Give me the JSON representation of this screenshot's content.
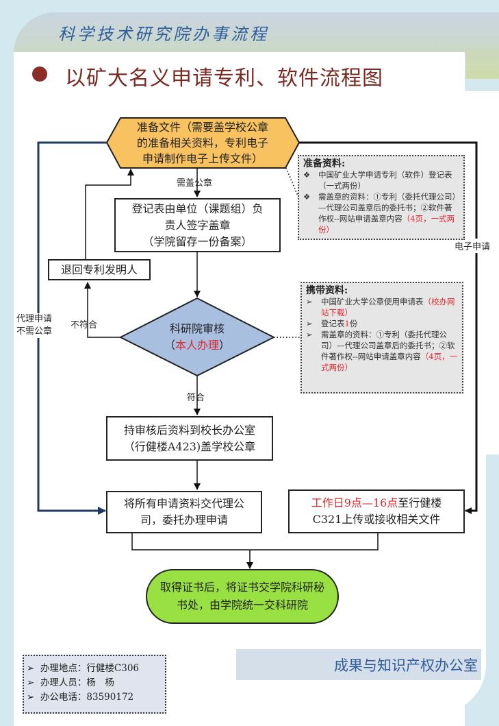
{
  "header": {
    "org_title": "科学技术研究院办事流程",
    "page_title": "以矿大名义申请专利、软件流程图"
  },
  "flow": {
    "start": {
      "line1": "准备文件（需要盖学校公章",
      "line2": "的准备相关资料，专利电子",
      "line3": "申请制作电子上传文件）"
    },
    "label_need_seal": "需盖公章",
    "register": {
      "line1": "登记表由单位（课题组）负",
      "line2": "责人签字盖章",
      "line3": "（学院留存一份备案）"
    },
    "return_inventor": "退回专利发明人",
    "label_not_match": "不符合",
    "review": {
      "line1": "科研院审核",
      "line2_prefix": "（",
      "line2_red": "本人办理",
      "line2_suffix": "）"
    },
    "label_match": "符合",
    "president_office": {
      "line1": "持审核后资料到校长办公室",
      "line2": "（行健楼A423)盖学校公章"
    },
    "agent": {
      "line1": "将所有申请资料交代理公",
      "line2": "司，委托办理申请"
    },
    "upload": {
      "line1_red": "工作日9点—16点",
      "line1_rest": "至行健楼",
      "line2": "C321上传或接收相关文件"
    },
    "end": {
      "line1": "取得证书后，将证书交学院科研秘",
      "line2": "书处，由学院统一交科研院"
    },
    "label_agent_no_seal": {
      "line1": "代理申请",
      "line2": "不需公章"
    },
    "label_electronic": "电子申请"
  },
  "note_prepare": {
    "title": "准备资料:",
    "marker": "❖",
    "items": [
      {
        "text": "中国矿业大学申请专利（软件）登记表（一式两份）"
      },
      {
        "text": "需盖章的资料：①专利（委托代理公司）—代理公司盖章后的委托书；②软件著作权--网站申请盖章内容",
        "red": "（4页，一式两份）"
      }
    ]
  },
  "note_carry": {
    "title": "携带资料:",
    "marker": "➢",
    "items": [
      {
        "text": "中国矿业大学公章使用申请表",
        "red": "（校办网站下载）"
      },
      {
        "text": "登记表",
        "red": "1",
        "suffix": "份"
      },
      {
        "text": "需盖章的资料：①专利（委托代理公司）—代理公司盖章后的委托书；②软件著作权--网站申请盖章内容",
        "red": "（4页，一式两份）"
      }
    ]
  },
  "info": {
    "marker": "➢",
    "items": [
      {
        "label": "办理地点：",
        "value": "行健楼C306"
      },
      {
        "label": "办理人员：",
        "value": "杨　杨"
      },
      {
        "label": "办公电话：",
        "value": "83590172"
      }
    ]
  },
  "footer": {
    "office_name": "成果与知识产权办公室"
  },
  "colors": {
    "start_fill": "#f7c25f",
    "review_fill": "#a9bfe0",
    "end_fill": "#99e043",
    "accent_red": "#e2262a",
    "title_blue": "#2e5d9a",
    "navy_line": "#1f3864"
  }
}
